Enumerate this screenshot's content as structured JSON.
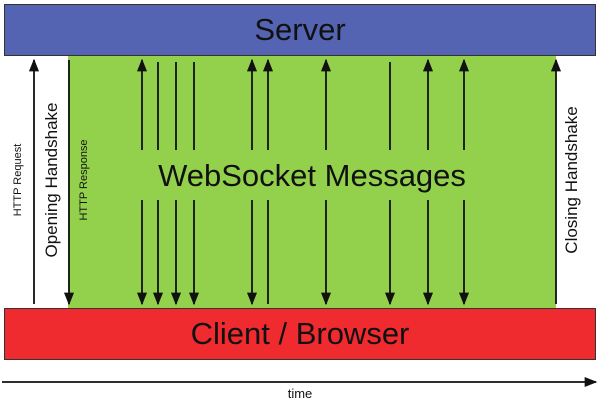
{
  "server": {
    "label": "Server",
    "color": "#5563b3"
  },
  "client": {
    "label": "Client / Browser",
    "color": "#ef2b2f"
  },
  "messages": {
    "label": "WebSocket Messages",
    "color": "#93d14c"
  },
  "http_request": {
    "label": "HTTP Request"
  },
  "opening_handshake": {
    "label": "Opening Handshake"
  },
  "http_response": {
    "label": "HTTP Response"
  },
  "closing_handshake": {
    "label": "Closing Handshake"
  },
  "time_axis": {
    "label": "time"
  },
  "arrows": {
    "up": 6,
    "down": 9
  }
}
